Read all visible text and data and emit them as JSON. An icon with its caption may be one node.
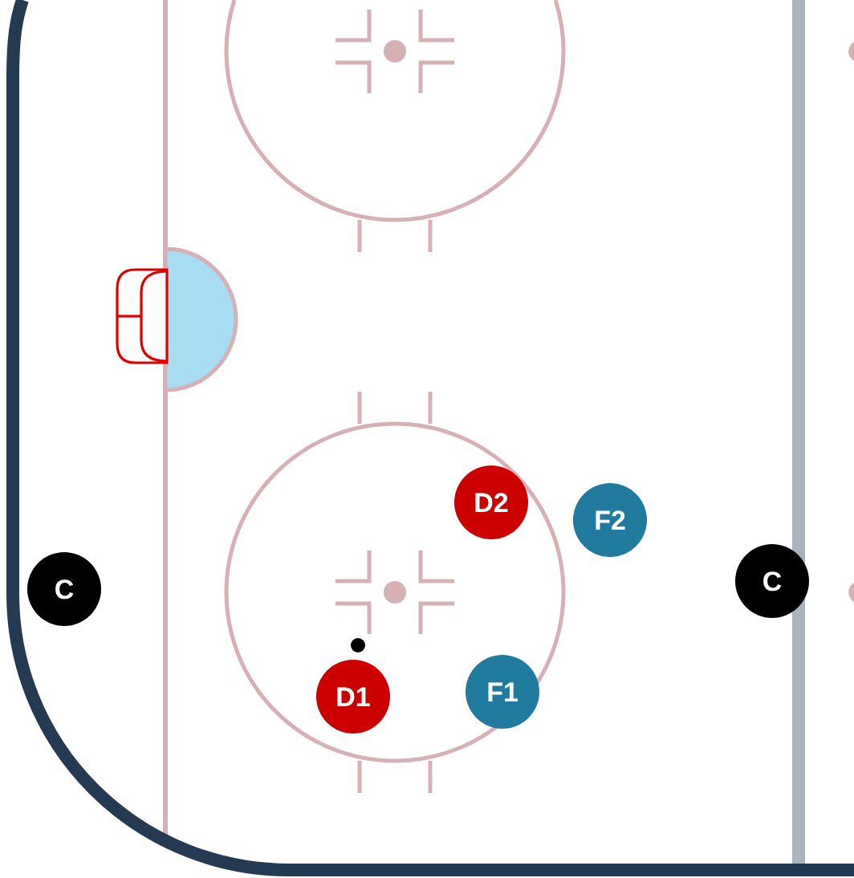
{
  "diagram": {
    "nodes": [
      {
        "text": [
          "D2"
        ]
      },
      {
        "text": [
          "F2"
        ]
      },
      {
        "text": [
          "C"
        ]
      },
      {
        "text": [
          "C"
        ]
      },
      {
        "text": [
          "D1"
        ]
      },
      {
        "text": [
          "F1"
        ]
      }
    ]
  }
}
